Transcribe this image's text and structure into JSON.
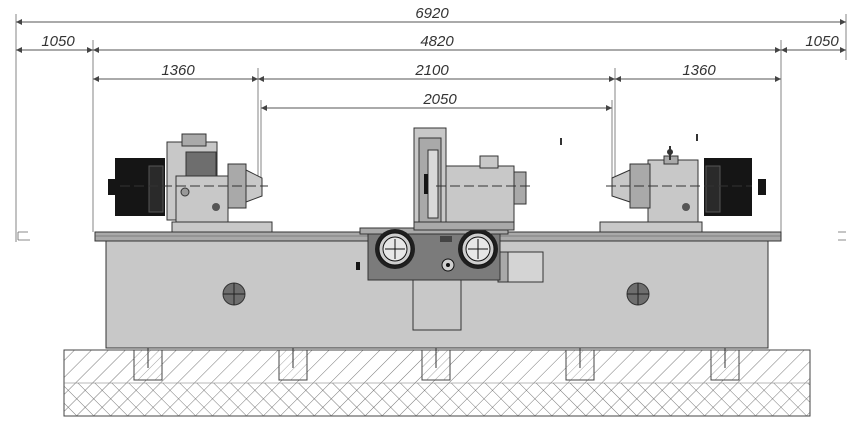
{
  "dimensions": {
    "overall": "6920",
    "left_overhang": "1050",
    "bed_length": "4820",
    "right_overhang": "1050",
    "left_head": "1360",
    "center_span": "2100",
    "right_head": "1360",
    "between_centers": "2050"
  }
}
